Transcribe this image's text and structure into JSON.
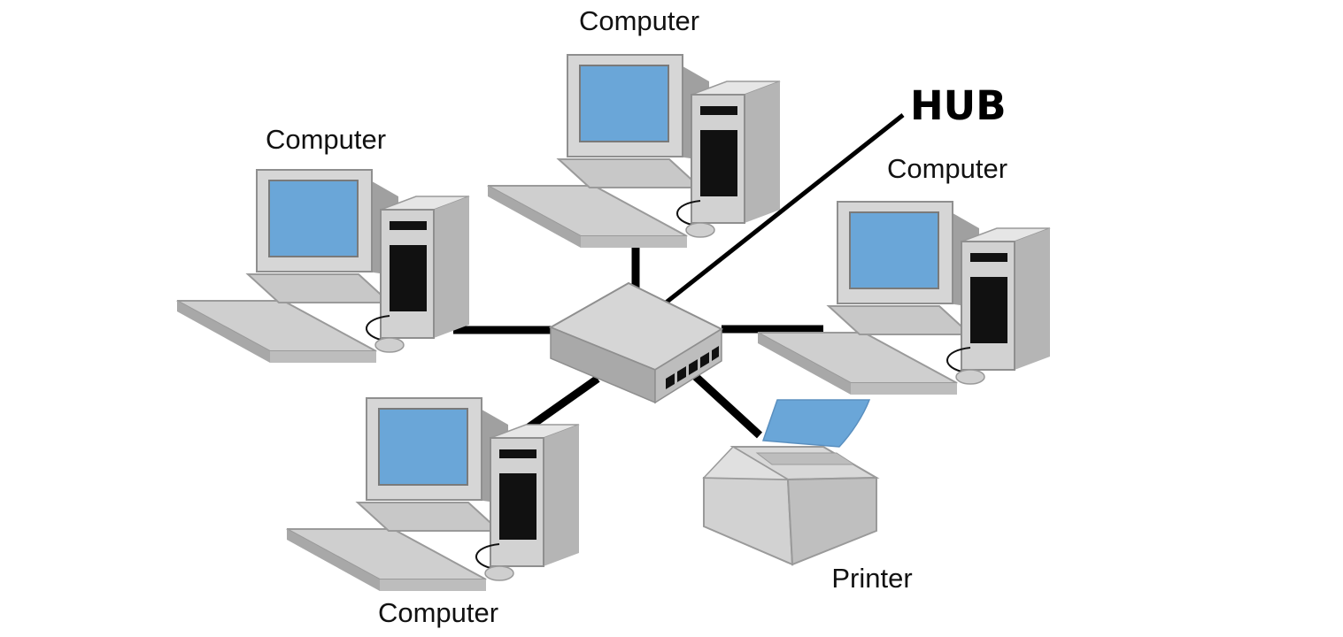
{
  "diagram": {
    "hub_label": "HUB",
    "computers": [
      {
        "label": "Computer"
      },
      {
        "label": "Computer"
      },
      {
        "label": "Computer"
      },
      {
        "label": "Computer"
      }
    ],
    "printer": {
      "label": "Printer"
    }
  },
  "colors": {
    "cable": "#000000",
    "device_body": "#d4d4d4",
    "device_shade": "#a9a9a9",
    "screen": "#6aa6d8",
    "paper": "#6aa6d8"
  }
}
